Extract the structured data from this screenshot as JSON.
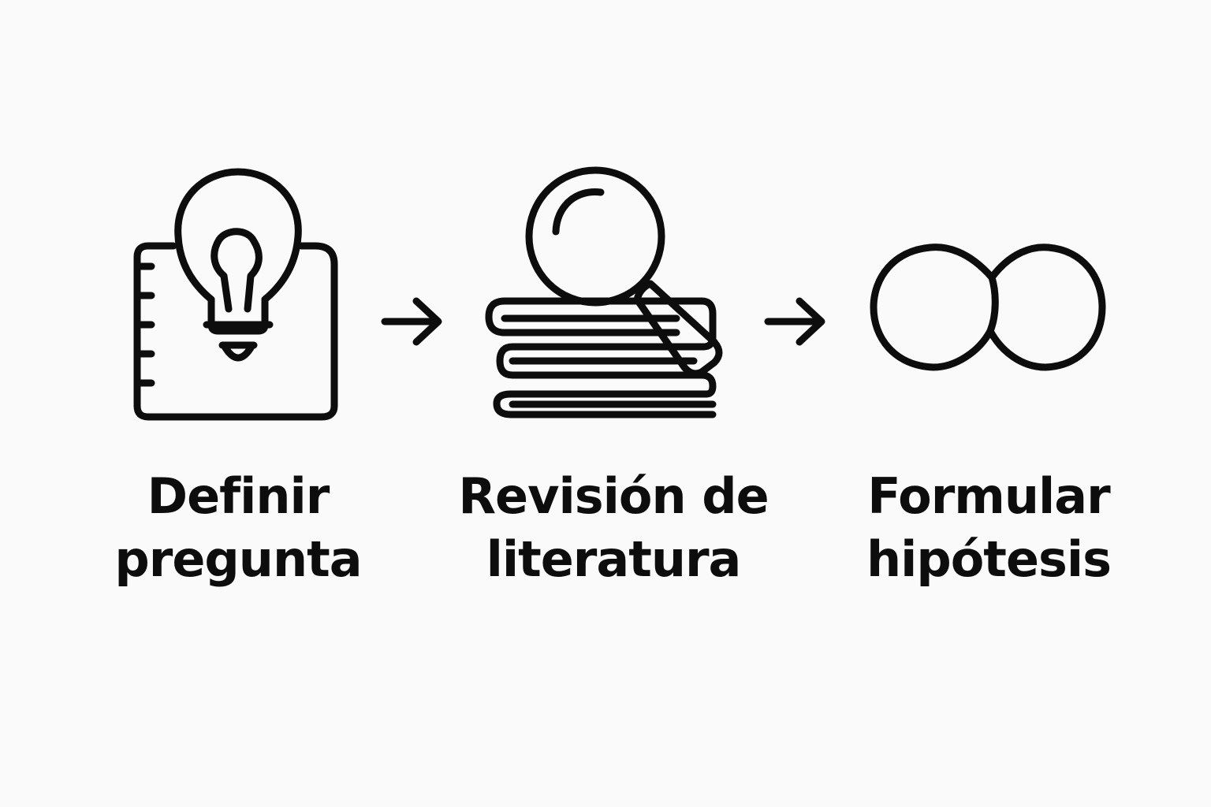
{
  "colors": {
    "background": "#fafafa",
    "ink": "#0d0d0d"
  },
  "steps": [
    {
      "icon": "lightbulb-notebook-icon",
      "label_line1": "Definir",
      "label_line2": "pregunta"
    },
    {
      "icon": "magnifier-books-icon",
      "label_line1": "Revisión de",
      "label_line2": "literatura"
    },
    {
      "icon": "overlapping-circles-icon",
      "label_line1": "Formular",
      "label_line2": "hipótesis"
    }
  ],
  "connectors": [
    "arrow-right-icon",
    "arrow-right-icon"
  ]
}
